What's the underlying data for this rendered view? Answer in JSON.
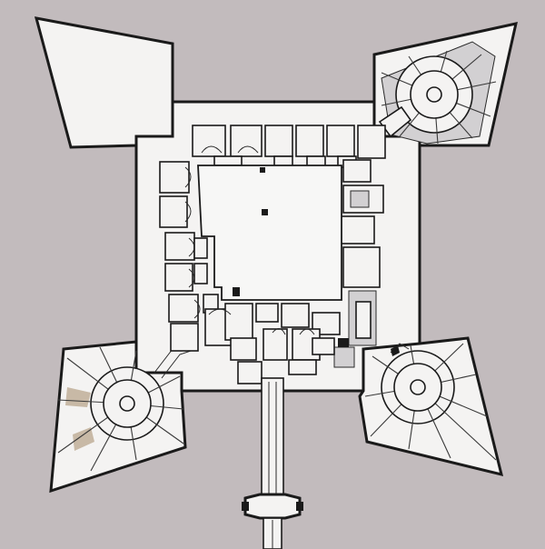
{
  "plan": {
    "colors": {
      "background": "#c2bbbd",
      "paper": "#f4f3f2",
      "ink": "#1a1a1a",
      "tint": "#d2d0d2",
      "earth": "#c8b9a6"
    },
    "bastions": [
      "north-west",
      "north-east",
      "south-west",
      "south-east"
    ],
    "towers": [
      "north-east",
      "south-west",
      "south-east"
    ]
  }
}
